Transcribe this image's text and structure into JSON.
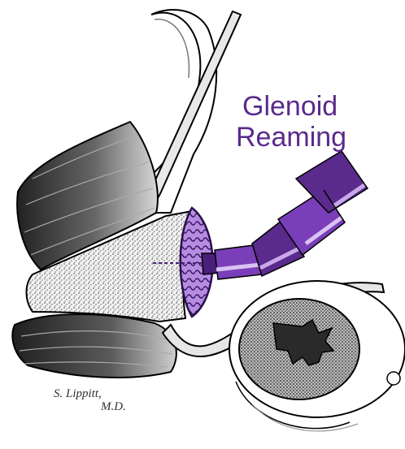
{
  "title": {
    "line1": "Glenoid",
    "line2": "Reaming"
  },
  "signature": {
    "line1": "S. Lippitt,",
    "line2": "M.D."
  },
  "colors": {
    "title": "#5a2a8c",
    "reamer_dark": "#4a1f7a",
    "reamer_mid": "#7a3fb8",
    "reamer_light": "#b58ce0",
    "muscle_dark": "#2b2b2b",
    "muscle_light": "#c8c8c8",
    "outline": "#000000",
    "bone_fill": "#f4f4f4"
  },
  "icons": [
    "reamer-head",
    "reamer-shaft",
    "humeral-head",
    "scapula",
    "rotator-muscles",
    "retractor"
  ]
}
